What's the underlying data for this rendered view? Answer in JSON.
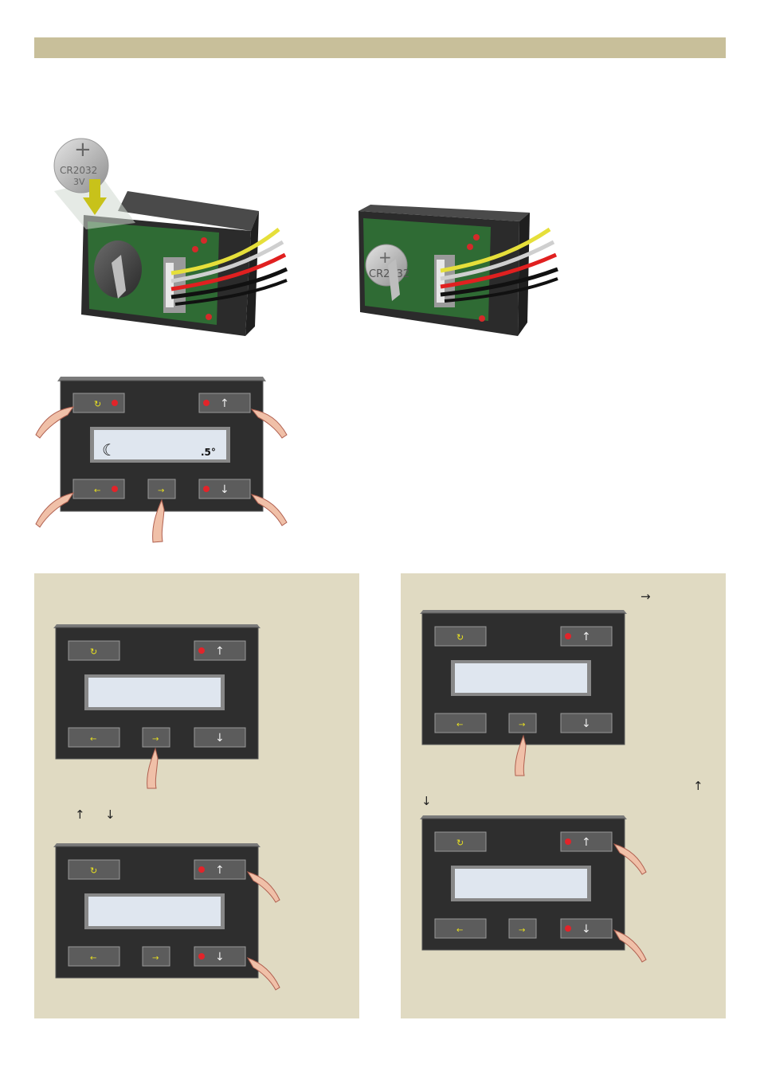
{
  "battery": {
    "top_label": "CR2032",
    "voltage": "3V",
    "inserted_label": "CR2032",
    "polarity": "+"
  },
  "panel_icons": {
    "reset": "↻",
    "up": "↑",
    "down": "↓",
    "left": "←",
    "right": "→"
  },
  "main_display": {
    "left_glyph": "☾",
    "right_value": ".5°"
  },
  "left_panel": {
    "arrow_up": "↑",
    "arrow_down": "↓"
  },
  "right_panel": {
    "arrow_right": "→",
    "arrow_up": "↑",
    "arrow_down": "↓"
  },
  "colors": {
    "header": "#c8bf9a",
    "panel_bg": "#e0dac2",
    "device_body": "#2e2e2e",
    "lcd": "#dfe6ef",
    "led": "#e2242a",
    "icon_yellow": "#e8e020"
  }
}
